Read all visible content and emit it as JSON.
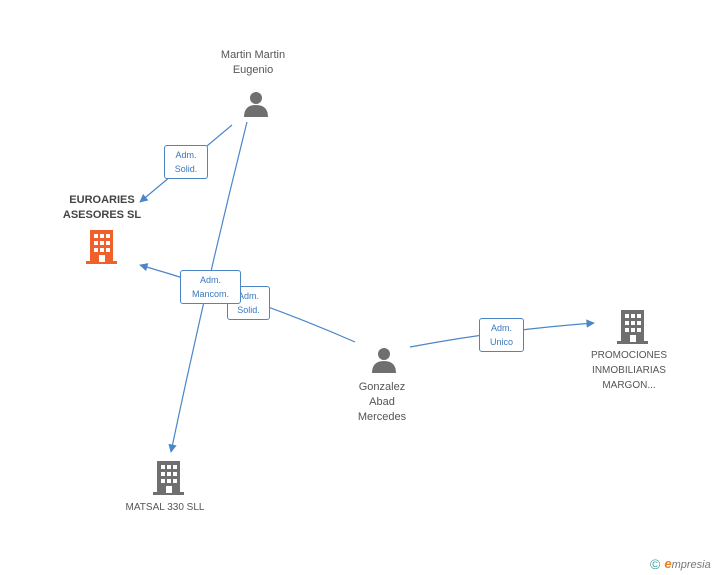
{
  "nodes": {
    "martin": {
      "lines": [
        "Martin Martin",
        "Eugenio"
      ],
      "icon": "person-icon"
    },
    "euroaries": {
      "lines": [
        "EUROARIES",
        "ASESORES SL"
      ],
      "icon": "building-icon",
      "color": "#f0602a"
    },
    "gonzalez": {
      "lines": [
        "Gonzalez",
        "Abad",
        "Mercedes"
      ],
      "icon": "person-icon"
    },
    "promociones": {
      "lines": [
        "PROMOCIONES",
        "INMOBILIARIAS",
        "MARGON..."
      ],
      "icon": "building-icon"
    },
    "matsal": {
      "lines": [
        "MATSAL 330 SLL"
      ],
      "icon": "building-icon"
    }
  },
  "edges": {
    "martin_euroaries": [
      "Adm.",
      "Solid."
    ],
    "gonzalez_euroaries": [
      "Adm.",
      "Solid."
    ],
    "martin_matsal": [
      "Adm.",
      "Mancom."
    ],
    "gonzalez_promociones": [
      "Adm.",
      "Unico"
    ]
  },
  "colors": {
    "edge": "#4a86c8",
    "node_gray": "#6f6f6f",
    "main_company": "#f0602a"
  },
  "brand": {
    "copyright": "©",
    "e": "e",
    "rest": "mpresia"
  }
}
